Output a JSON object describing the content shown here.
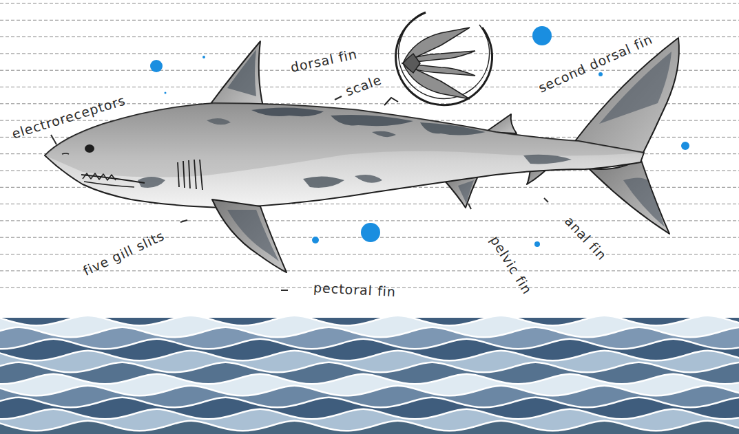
{
  "diagram": {
    "labels": [
      "electroreceptors",
      "dorsal fin",
      "scale",
      "second dorsal fin",
      "five gill slits",
      "pectoral fin",
      "pelvic fin",
      "anal fin"
    ]
  }
}
